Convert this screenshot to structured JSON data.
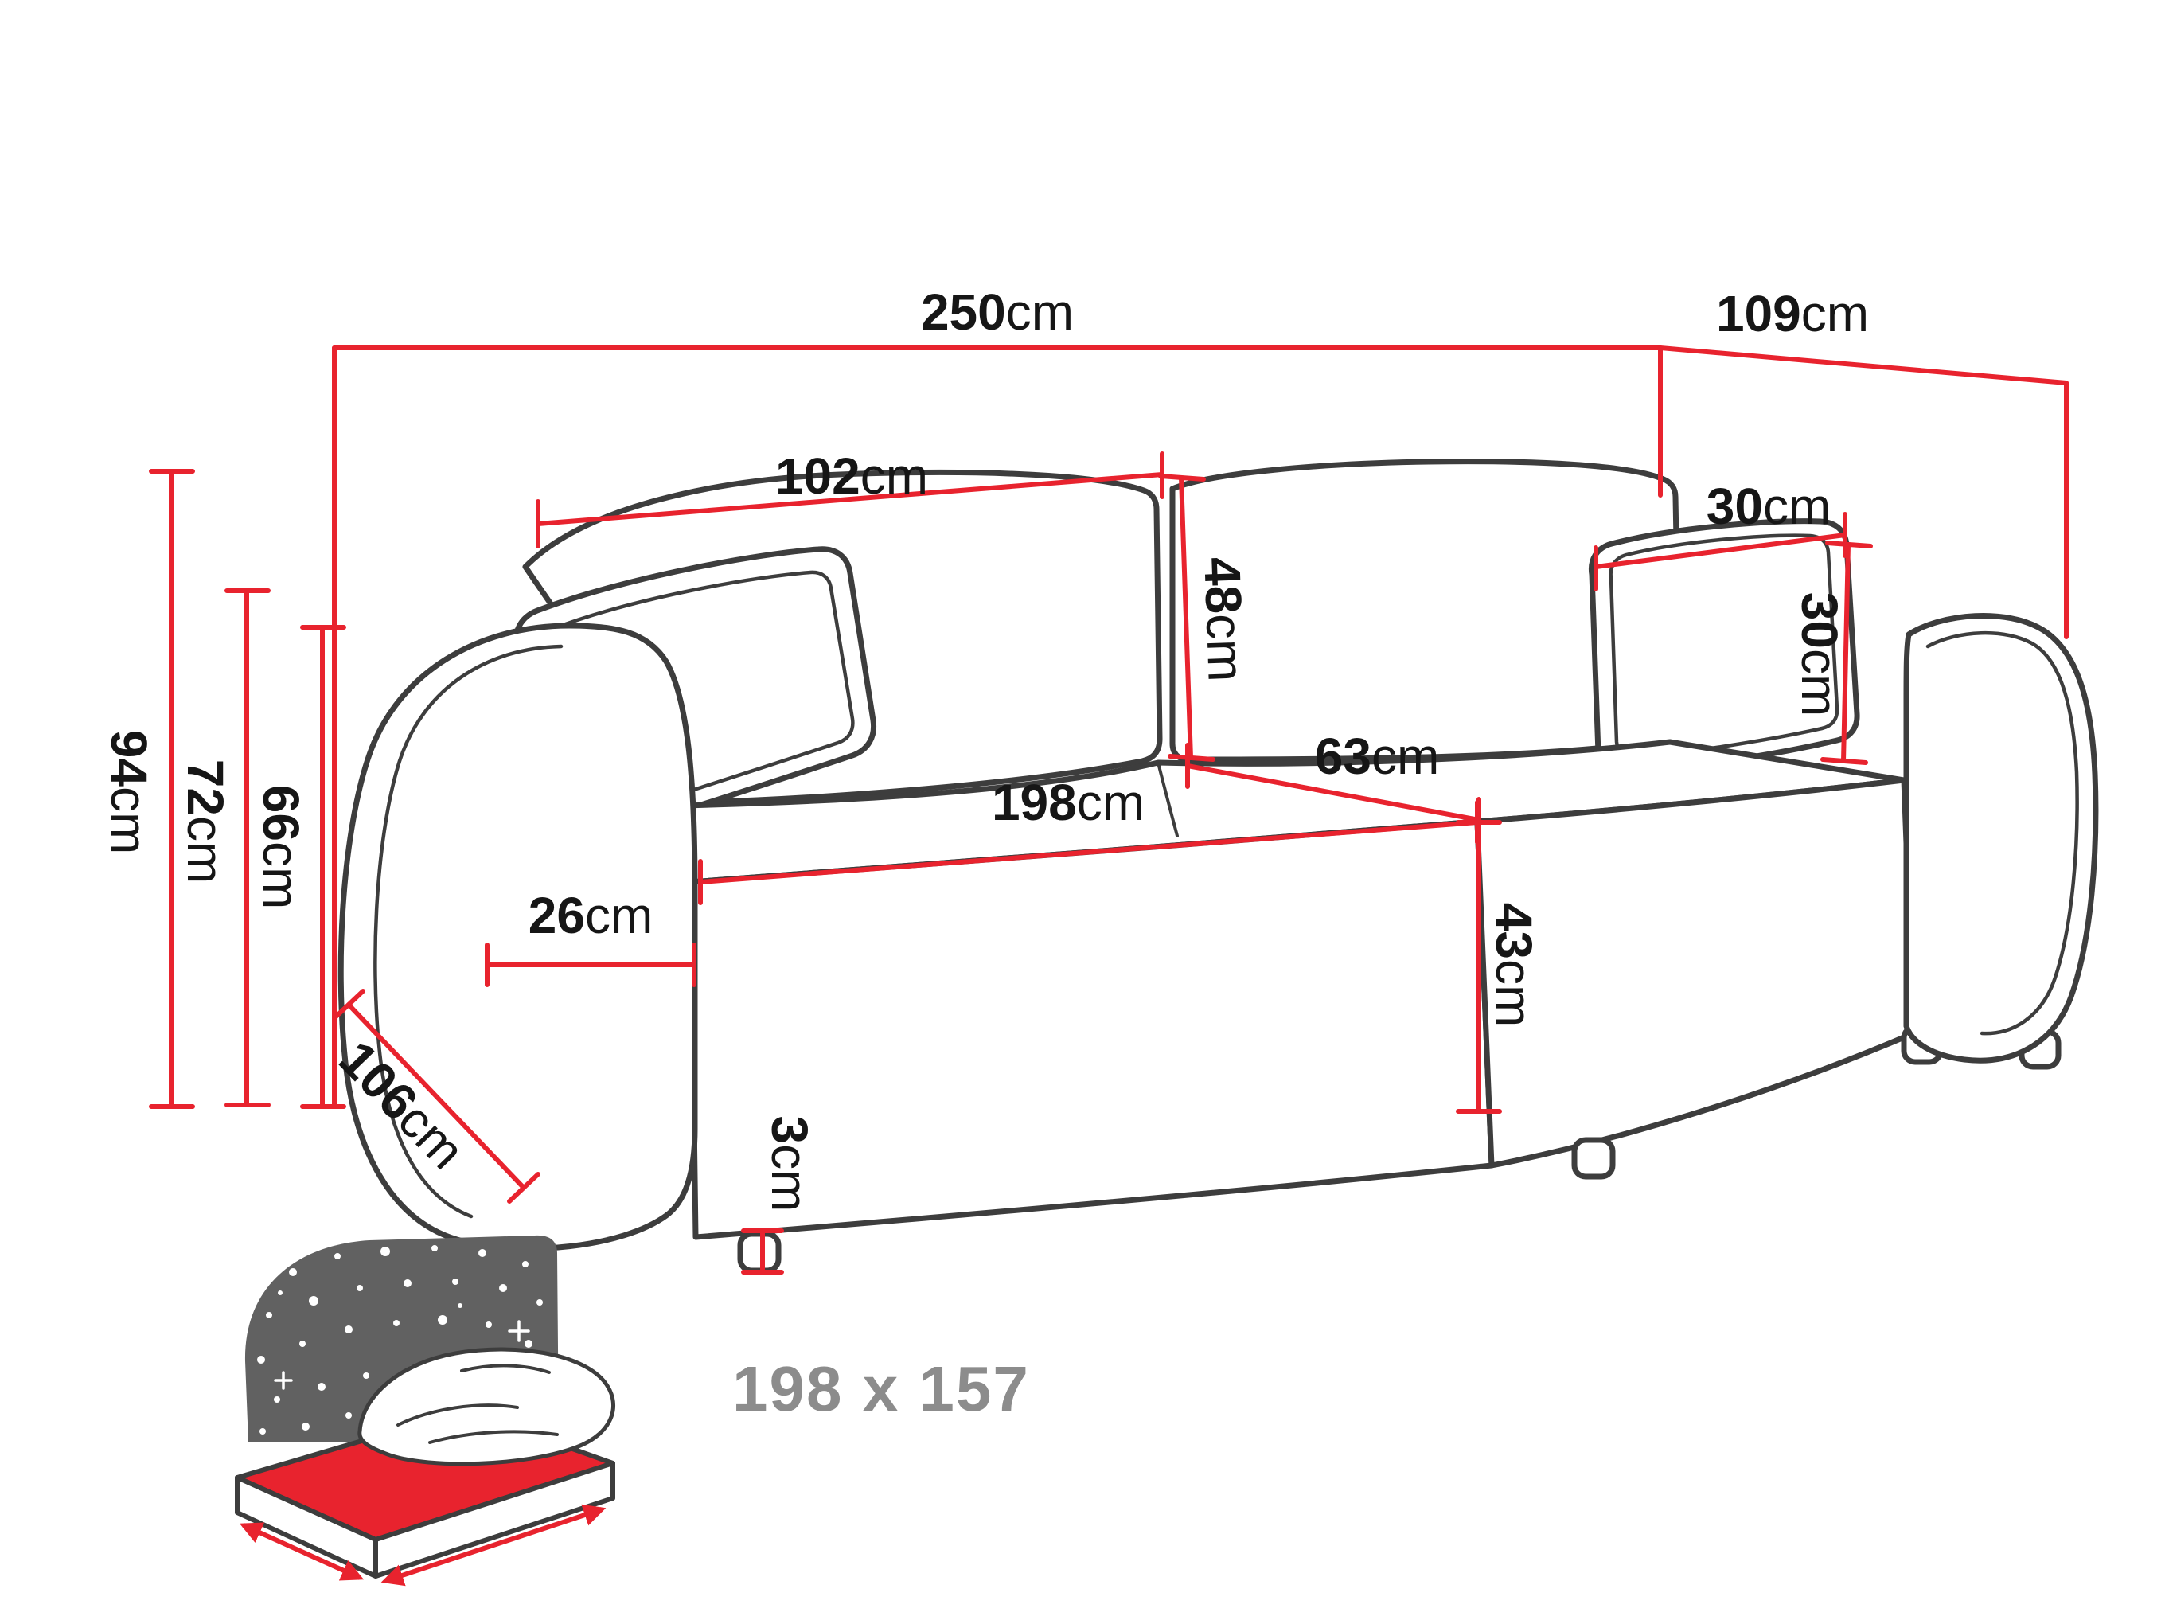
{
  "colors": {
    "accent": "#e8232e",
    "outline": "#3d3d3d",
    "ink": "#161616",
    "star_panel": "#616161",
    "muted_text": "#8c8c8c"
  },
  "labels": {
    "total_width": {
      "value": "250",
      "unit": "cm"
    },
    "total_depth": {
      "value": "109",
      "unit": "cm"
    },
    "back_cushion_width": {
      "value": "102",
      "unit": "cm"
    },
    "back_cushion_height": {
      "value": "48",
      "unit": "cm"
    },
    "side_pillow_width": {
      "value": "30",
      "unit": "cm"
    },
    "side_pillow_height": {
      "value": "30",
      "unit": "cm"
    },
    "seat_depth": {
      "value": "63",
      "unit": "cm"
    },
    "seat_width": {
      "value": "198",
      "unit": "cm"
    },
    "total_height": {
      "value": "94",
      "unit": "cm"
    },
    "backrest_height": {
      "value": "72",
      "unit": "cm"
    },
    "armrest_height": {
      "value": "66",
      "unit": "cm"
    },
    "armrest_width": {
      "value": "26",
      "unit": "cm"
    },
    "armrest_depth": {
      "value": "106",
      "unit": "cm"
    },
    "seat_height": {
      "value": "43",
      "unit": "cm"
    },
    "leg_height": {
      "value": "3",
      "unit": "cm"
    },
    "sleeping_area": "198 x 157"
  }
}
